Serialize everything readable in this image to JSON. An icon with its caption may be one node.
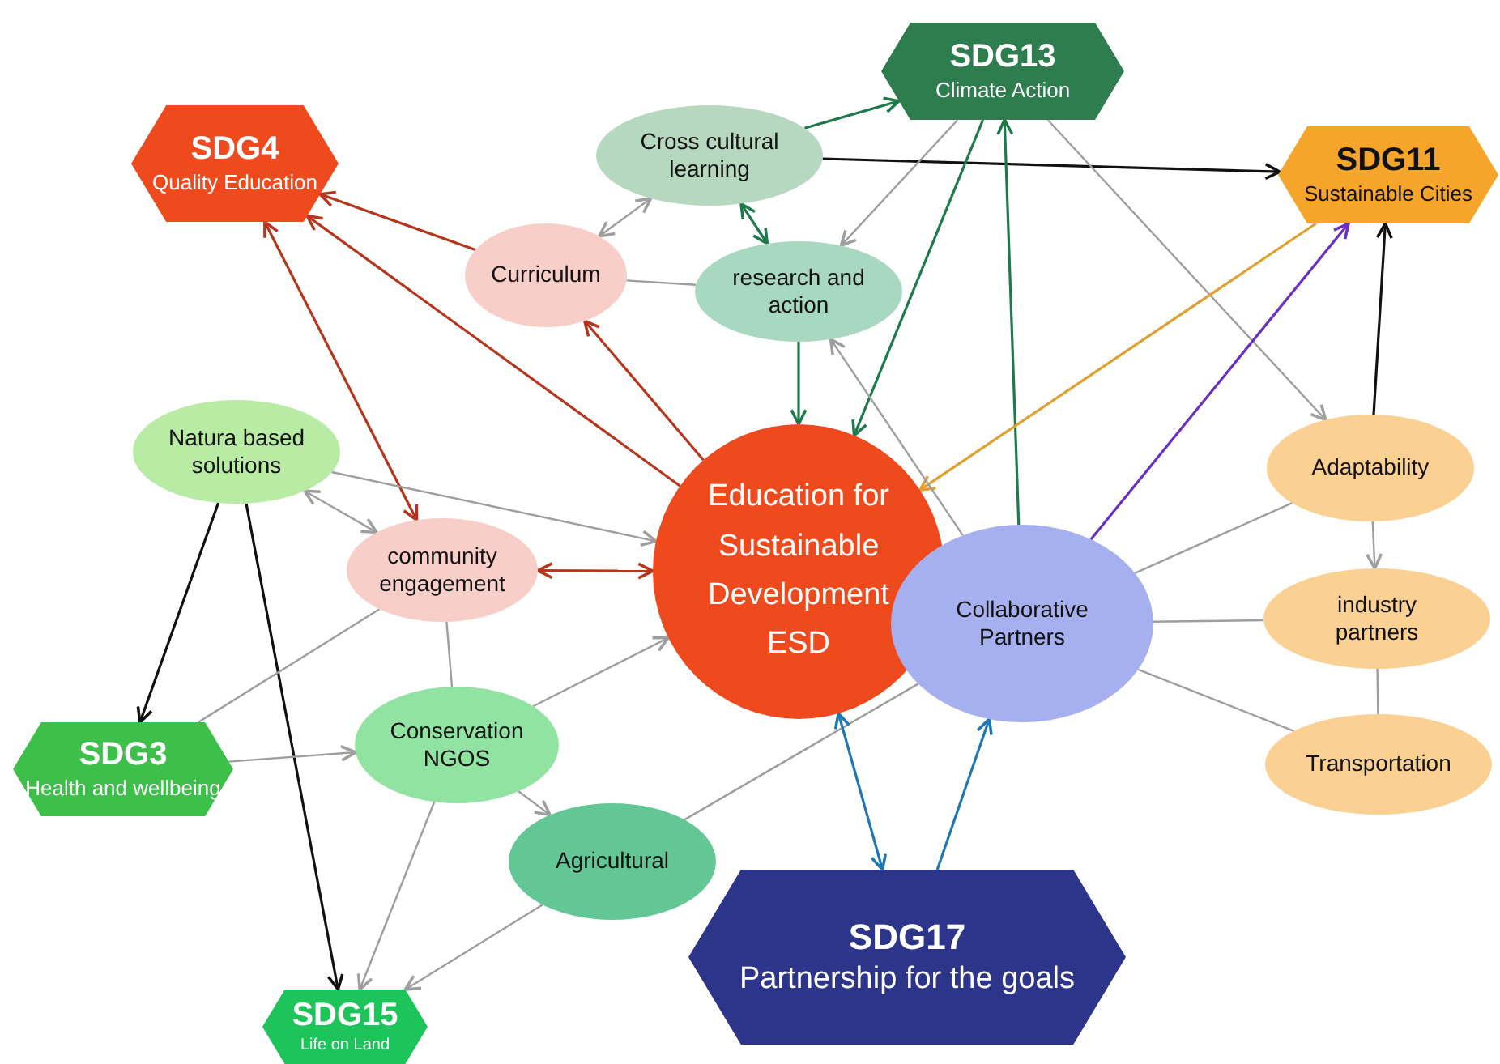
{
  "diagram": {
    "nodes": [
      {
        "text": [
          "SDG13",
          "Climate Action"
        ]
      },
      {
        "text": [
          "Cross cultural learning"
        ]
      },
      {
        "text": [
          "SDG4",
          "Quality Education"
        ]
      },
      {
        "text": [
          "SDG11",
          "Sustainable Cities"
        ]
      },
      {
        "text": [
          "Curriculum"
        ]
      },
      {
        "text": [
          "research and action"
        ]
      },
      {
        "text": [
          "Natura based solutions"
        ]
      },
      {
        "text": [
          "Adaptability"
        ]
      },
      {
        "text": [
          "Education for Sustainable Development ESD"
        ]
      },
      {
        "text": [
          "community engagement"
        ]
      },
      {
        "text": [
          "Collaborative Partners"
        ]
      },
      {
        "text": [
          "industry partners"
        ]
      },
      {
        "text": [
          "SDG3",
          "Health and wellbeing"
        ]
      },
      {
        "text": [
          "Conservation NGOS"
        ]
      },
      {
        "text": [
          "Transportation"
        ]
      },
      {
        "text": [
          "Agricultural"
        ]
      },
      {
        "text": [
          "SDG17",
          "Partnership for the goals"
        ]
      },
      {
        "text": [
          "SDG15",
          "Life on Land"
        ]
      }
    ],
    "edges": [
      {
        "from": 1,
        "to": 0,
        "arrow": "to",
        "color": "#1e7a4a"
      },
      {
        "from": 1,
        "to": 3,
        "arrow": "to",
        "color": "#111111"
      },
      {
        "from": 1,
        "to": 5,
        "arrow": "both",
        "color": "#1e7a4a"
      },
      {
        "from": 4,
        "to": 1,
        "arrow": "both"
      },
      {
        "from": 4,
        "to": 2,
        "arrow": "to",
        "color": "#b5361c"
      },
      {
        "from": 4,
        "to": 5,
        "arrow": "none"
      },
      {
        "from": 5,
        "to": 8,
        "arrow": "to",
        "color": "#1e7a4a"
      },
      {
        "from": 8,
        "to": 4,
        "arrow": "to",
        "color": "#b5361c"
      },
      {
        "from": 8,
        "to": 2,
        "arrow": "to",
        "color": "#b5361c"
      },
      {
        "from": 2,
        "to": 9,
        "arrow": "both",
        "color": "#b5361c"
      },
      {
        "from": 0,
        "to": 8,
        "arrow": "to",
        "color": "#1e7a4a"
      },
      {
        "from": 10,
        "to": 0,
        "arrow": "to",
        "color": "#1e7a4a"
      },
      {
        "from": 0,
        "to": 5,
        "arrow": "to"
      },
      {
        "from": 0,
        "to": 7,
        "arrow": "to"
      },
      {
        "from": 3,
        "to": 8,
        "arrow": "to",
        "color": "#e0a030"
      },
      {
        "from": 10,
        "to": 3,
        "arrow": "to",
        "color": "#6a2fc0"
      },
      {
        "from": 7,
        "to": 3,
        "arrow": "to",
        "color": "#111111"
      },
      {
        "from": 10,
        "to": 5,
        "arrow": "to"
      },
      {
        "from": 10,
        "to": 7,
        "arrow": "none"
      },
      {
        "from": 7,
        "to": 11,
        "arrow": "to"
      },
      {
        "from": 10,
        "to": 11,
        "arrow": "none"
      },
      {
        "from": 11,
        "to": 14,
        "arrow": "none"
      },
      {
        "from": 10,
        "to": 14,
        "arrow": "none"
      },
      {
        "from": 6,
        "to": 8,
        "arrow": "to"
      },
      {
        "from": 6,
        "to": 9,
        "arrow": "both"
      },
      {
        "from": 6,
        "to": 12,
        "arrow": "to",
        "color": "#111111"
      },
      {
        "from": 6,
        "to": 17,
        "arrow": "to",
        "color": "#111111"
      },
      {
        "from": 9,
        "to": 8,
        "arrow": "both",
        "color": "#b5361c"
      },
      {
        "from": 12,
        "to": 9,
        "arrow": "none"
      },
      {
        "from": 12,
        "to": 13,
        "arrow": "to"
      },
      {
        "from": 9,
        "to": 13,
        "arrow": "none"
      },
      {
        "from": 13,
        "to": 8,
        "arrow": "to"
      },
      {
        "from": 13,
        "to": 17,
        "arrow": "to"
      },
      {
        "from": 13,
        "to": 15,
        "arrow": "to"
      },
      {
        "from": 15,
        "to": 17,
        "arrow": "to"
      },
      {
        "from": 15,
        "to": 10,
        "arrow": "none"
      },
      {
        "from": 16,
        "to": 8,
        "arrow": "both",
        "color": "#1f78b4"
      },
      {
        "from": 16,
        "to": 10,
        "arrow": "to",
        "color": "#1f78b4"
      }
    ]
  }
}
